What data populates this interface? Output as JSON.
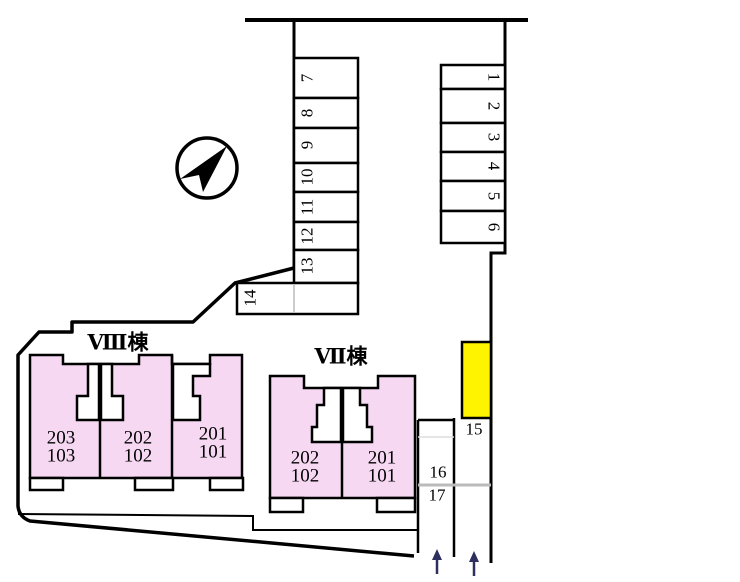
{
  "colors": {
    "building_fill": "#F6D8F3",
    "highlight_fill": "#FFF400",
    "line": "#000000",
    "gray_line": "#BBBBBB",
    "faint_line": "#DDDDDD",
    "arrow": "#2F2F5F"
  },
  "icons": {
    "compass": "north-compass-arrow",
    "entrance_arrows": "up-arrow"
  },
  "parking": {
    "left_column": [
      "7",
      "8",
      "9",
      "10",
      "11",
      "12",
      "13"
    ],
    "left_extra": "14",
    "right_column": [
      "1",
      "2",
      "3",
      "4",
      "5",
      "6"
    ],
    "side_spaces": [
      "15",
      "16",
      "17"
    ],
    "highlighted_space": "15"
  },
  "buildings": [
    {
      "name": "Ⅷ棟",
      "units": [
        {
          "line1": "203",
          "line2": "103"
        },
        {
          "line1": "202",
          "line2": "102"
        },
        {
          "line1": "201",
          "line2": "101"
        }
      ]
    },
    {
      "name": "Ⅶ棟",
      "units": [
        {
          "line1": "202",
          "line2": "102"
        },
        {
          "line1": "201",
          "line2": "101"
        }
      ]
    }
  ]
}
